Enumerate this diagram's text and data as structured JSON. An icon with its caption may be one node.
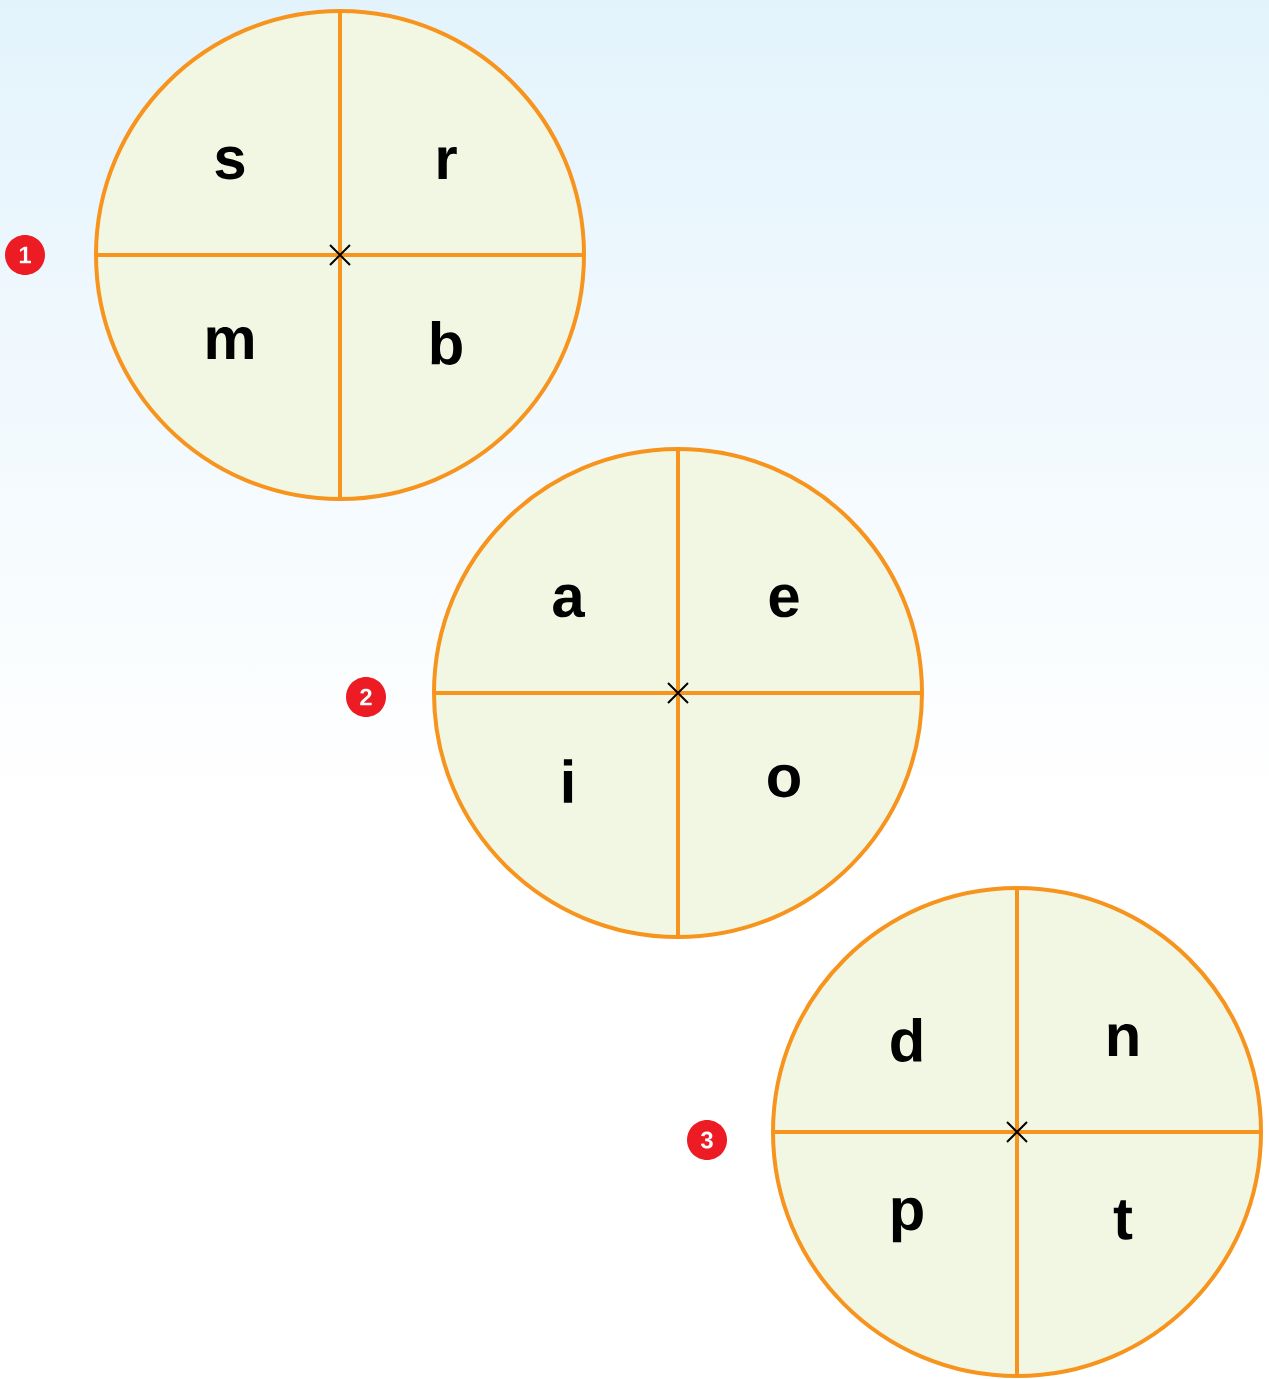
{
  "diagram": {
    "nodes": [
      {
        "text": [
          "s",
          "r",
          "m",
          "b"
        ]
      },
      {
        "text": [
          "1"
        ]
      },
      {
        "text": [
          "a",
          "e",
          "i",
          "o"
        ]
      },
      {
        "text": [
          "2"
        ]
      },
      {
        "text": [
          "d",
          "n",
          "p",
          "t"
        ]
      },
      {
        "text": [
          "3"
        ]
      }
    ]
  }
}
